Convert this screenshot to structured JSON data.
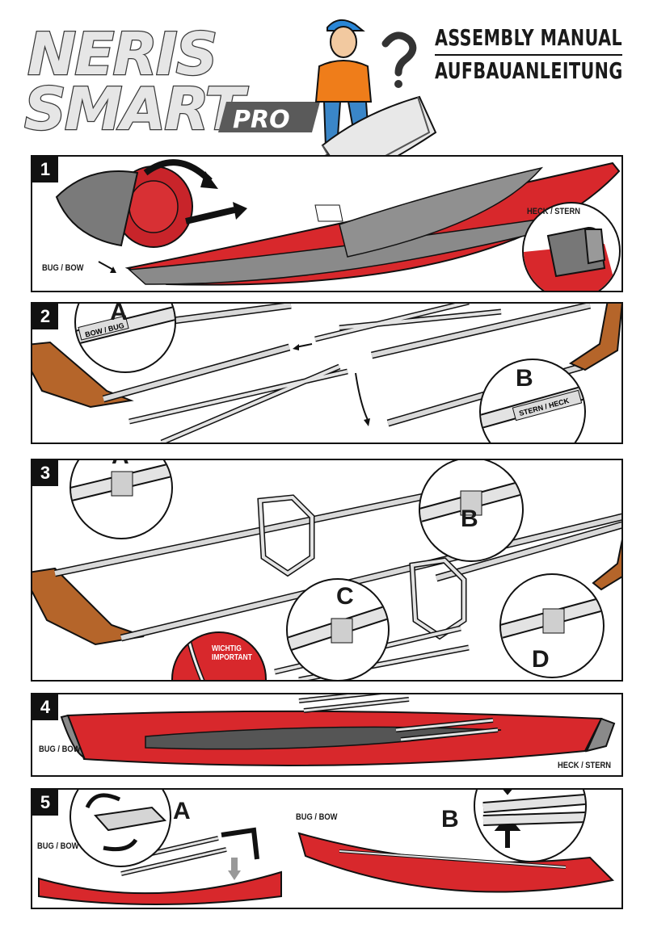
{
  "brand": {
    "line1": "NERIS",
    "line2": "SMART",
    "suffix": "PRO"
  },
  "manual": {
    "title_en": "ASSEMBLY MANUAL",
    "title_de": "AUFBAUANLEITUNG"
  },
  "steps": [
    {
      "number": "1",
      "labels": {
        "bow": "BUG / BOW",
        "stern": "HECK / STERN"
      }
    },
    {
      "number": "2",
      "callouts": {
        "a": "A",
        "b": "B"
      },
      "tags": {
        "bow": "BOW / BUG",
        "stern": "STERN / HECK"
      }
    },
    {
      "number": "3",
      "callouts": {
        "a": "A",
        "b": "B",
        "c": "C",
        "d": "D"
      },
      "warning": {
        "line1": "WICHTIG",
        "line2": "IMPORTANT"
      }
    },
    {
      "number": "4",
      "labels": {
        "bow": "BUG / BOW",
        "stern": "HECK / STERN"
      }
    },
    {
      "number": "5",
      "callouts": {
        "a": "A",
        "b": "B"
      },
      "labels": {
        "bow_left": "BUG / BOW",
        "bow_right": "BUG / BOW"
      }
    }
  ],
  "colors": {
    "hull_red": "#d8282c",
    "hull_grey": "#8a8a8a",
    "wood": "#b5652a",
    "frame": "#d9d9d9",
    "ink": "#111111"
  }
}
